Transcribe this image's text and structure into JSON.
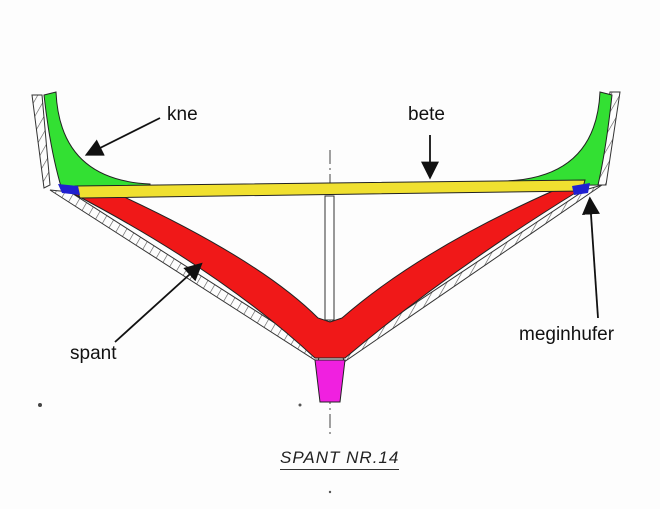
{
  "labels": {
    "kne": "kne",
    "bete": "bete",
    "spant": "spant",
    "meginhufer": "meginhufer"
  },
  "title": "SPANT NR.14",
  "colors": {
    "kne": "#33e033",
    "bete": "#f0e030",
    "spant": "#f01818",
    "meginhufer": "#2020d0",
    "kjol": "#f020e0"
  }
}
